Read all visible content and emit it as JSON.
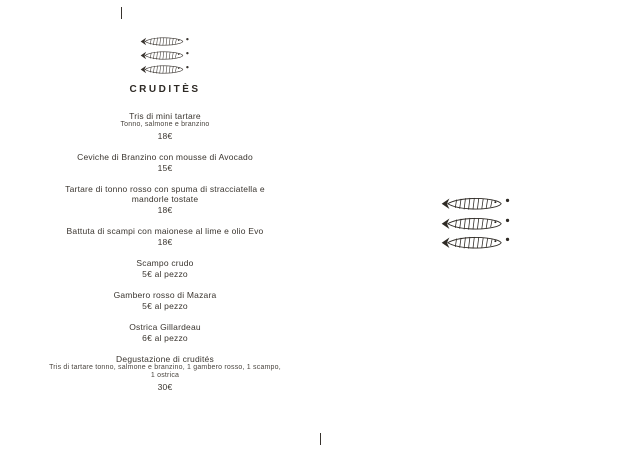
{
  "page": {
    "background": "#ffffff",
    "ink": "#37322d"
  },
  "decorations": {
    "fish_icon": "sardine-icon",
    "fish_small_count": 3,
    "fish_large_count": 3,
    "crop_marks": 2
  },
  "menu": {
    "section_title": "CRUDITÈS",
    "items": [
      {
        "name": "Tris di mini tartare",
        "desc": "Tonno, salmone e branzino",
        "price": "18€"
      },
      {
        "name": "Ceviche di Branzino con mousse di Avocado",
        "desc": "",
        "price": "15€"
      },
      {
        "name": "Tartare di tonno rosso con spuma di stracciatella e mandorle tostate",
        "desc": "",
        "price": "18€"
      },
      {
        "name": "Battuta di scampi con maionese al lime e olio Evo",
        "desc": "",
        "price": "18€"
      },
      {
        "name": "Scampo crudo",
        "desc": "",
        "price": "5€ al pezzo"
      },
      {
        "name": "Gambero rosso di Mazara",
        "desc": "",
        "price": "5€ al pezzo"
      },
      {
        "name": "Ostrica Gillardeau",
        "desc": "",
        "price": "6€ al pezzo"
      },
      {
        "name": "Degustazione di crudités",
        "desc": "Tris di tartare tonno, salmone e branzino, 1 gambero rosso, 1 scampo, 1 ostrica",
        "price": "30€"
      }
    ]
  }
}
